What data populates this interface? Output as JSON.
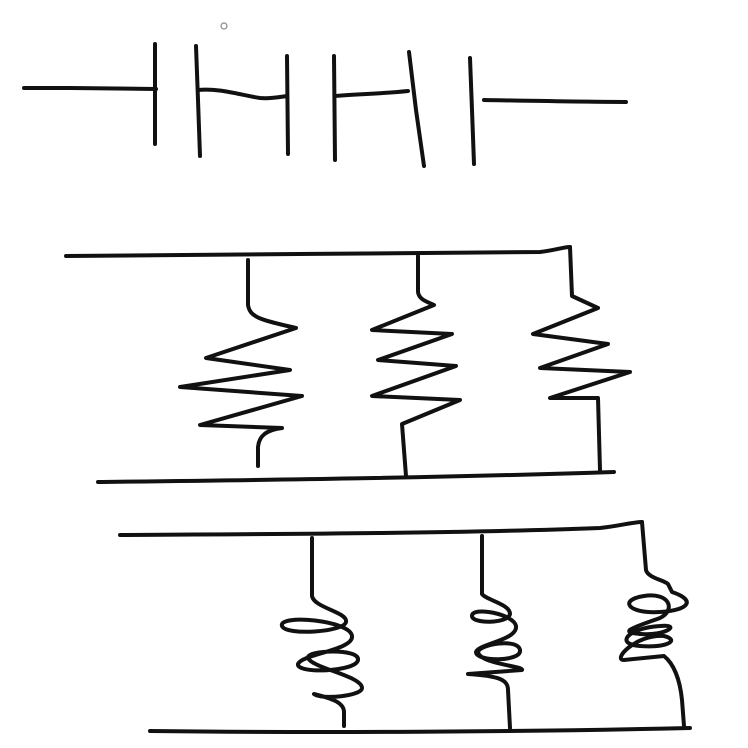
{
  "diagram": {
    "background": "#ffffff",
    "ink_color": "#111111",
    "cursor_color": "#888888",
    "series_capacitors": {
      "capacitor_count": 3
    },
    "parallel_resistors": {
      "resistor_count": 3
    },
    "parallel_inductors": {
      "inductor_count": 3
    }
  }
}
